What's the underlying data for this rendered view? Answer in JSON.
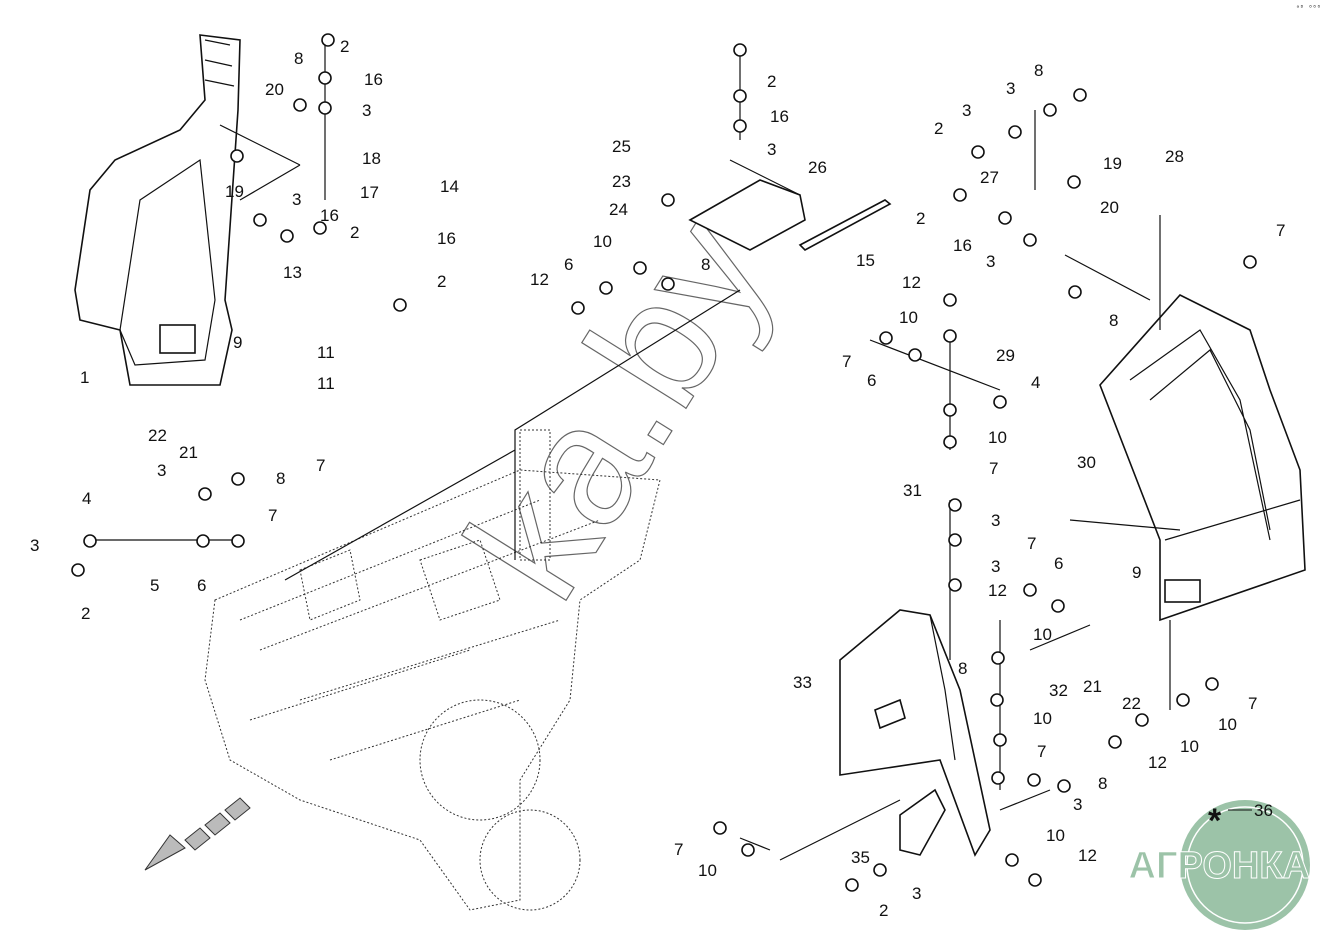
{
  "diagram": {
    "corner_code": "ᵃᴰ ⁰⁰⁰",
    "watermark": "ka.by",
    "logo_text": "АГРОНКА",
    "logo_color": "#9cc3a8",
    "note_symbol": "*",
    "note_number": "36",
    "callouts": [
      "2",
      "16",
      "3",
      "8",
      "20",
      "18",
      "17",
      "19",
      "3",
      "16",
      "2",
      "14",
      "16",
      "2",
      "13",
      "11",
      "11",
      "9",
      "22",
      "21",
      "7",
      "1",
      "3",
      "8",
      "4",
      "7",
      "3",
      "5",
      "6",
      "2",
      "2",
      "16",
      "3",
      "25",
      "23",
      "24",
      "26",
      "10",
      "6",
      "8",
      "12",
      "15",
      "8",
      "3",
      "3",
      "2",
      "19",
      "28",
      "27",
      "2",
      "20",
      "16",
      "3",
      "7",
      "8",
      "12",
      "10",
      "29",
      "7",
      "6",
      "4",
      "10",
      "7",
      "30",
      "31",
      "3",
      "3",
      "7",
      "6",
      "12",
      "10",
      "9",
      "8",
      "33",
      "32",
      "21",
      "22",
      "7",
      "10",
      "10",
      "7",
      "10",
      "12",
      "8",
      "3",
      "10",
      "12",
      "7",
      "10",
      "35",
      "3",
      "2"
    ]
  }
}
